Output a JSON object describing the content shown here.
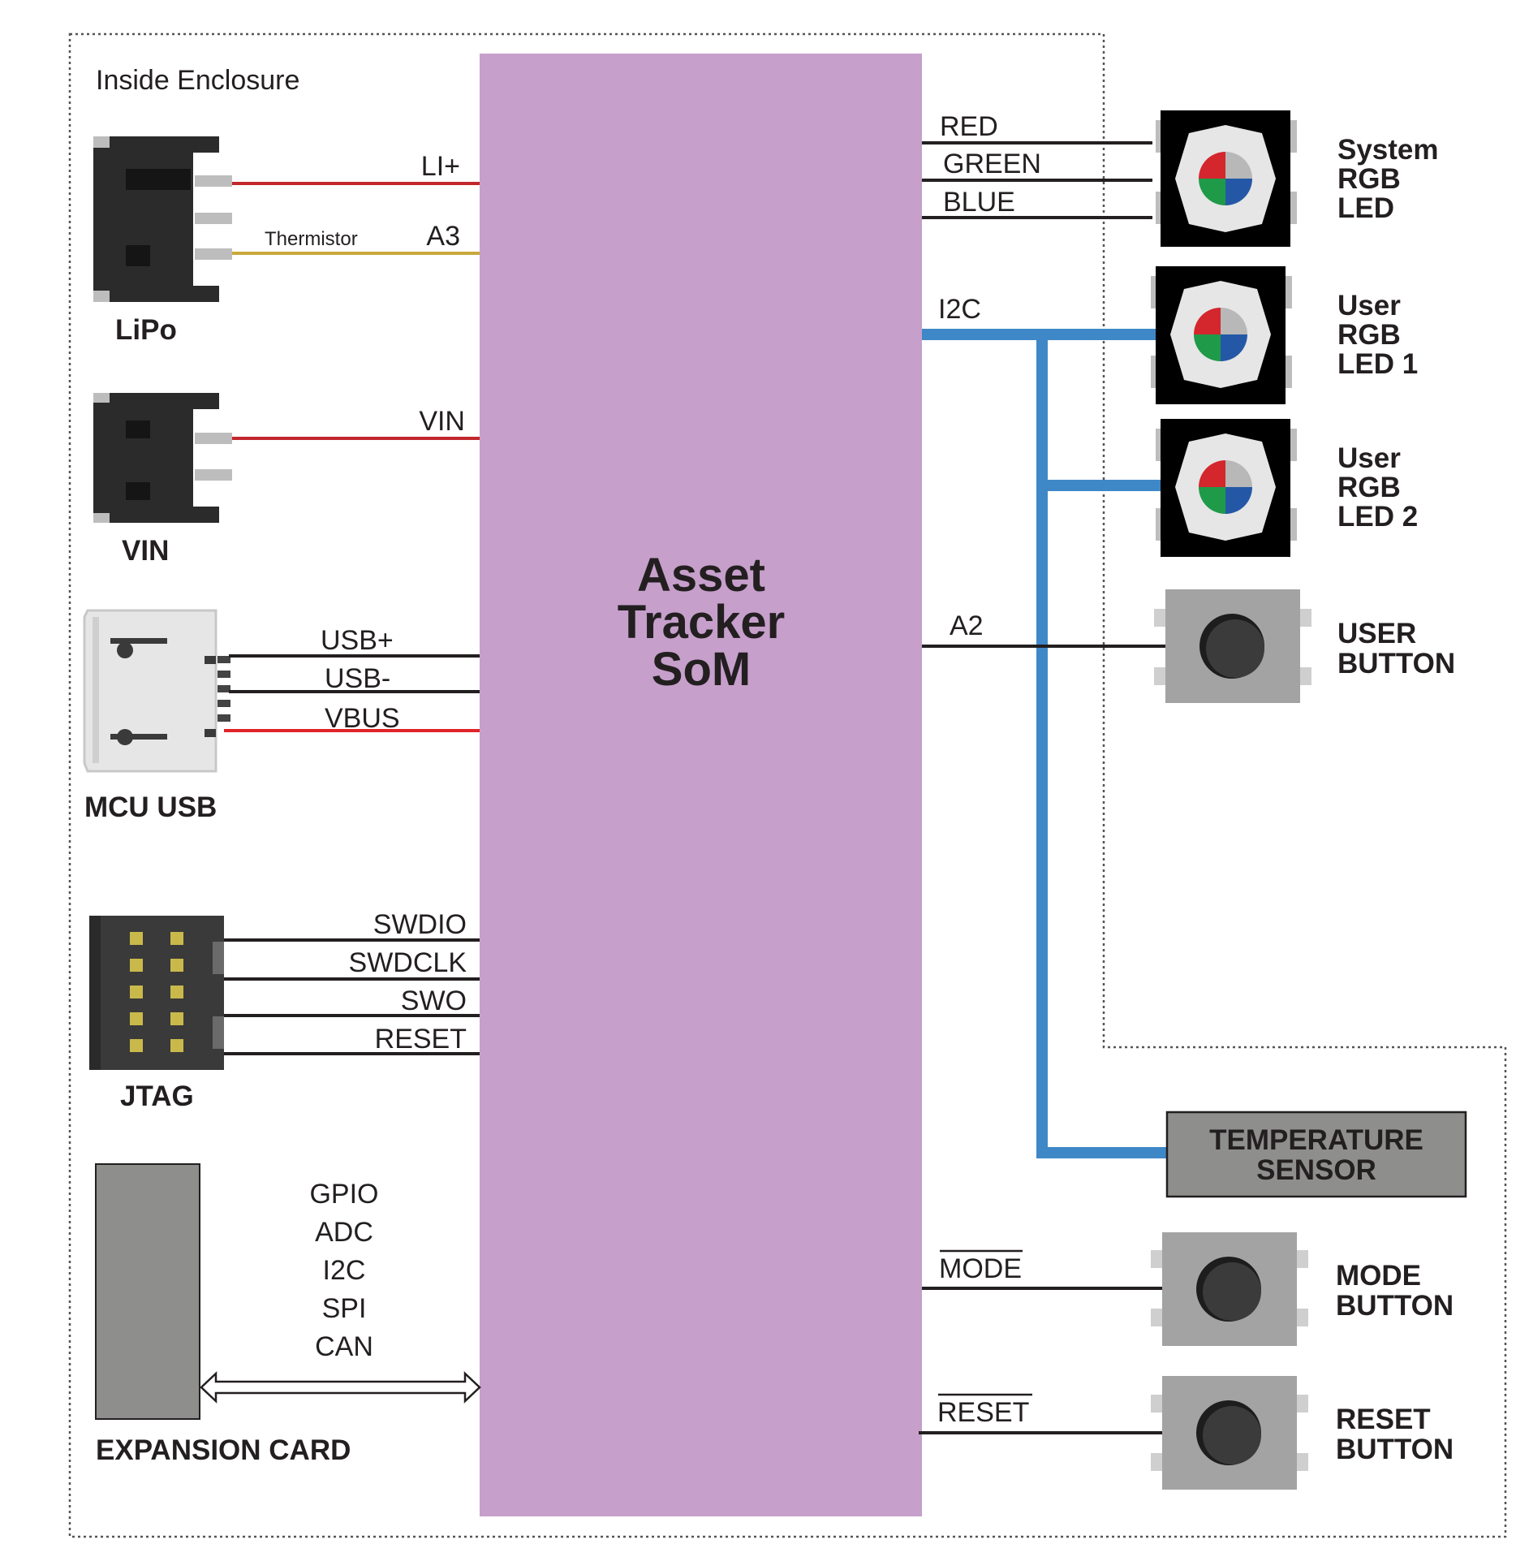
{
  "enclosure_label": "Inside Enclosure",
  "som": {
    "title_lines": [
      "Asset",
      "Tracker",
      "SoM"
    ]
  },
  "colors": {
    "som_fill": "#c69fcb",
    "power_wire": "#c1272d",
    "thermistor_wire": "#c9a93a",
    "vbus_wire": "#e0242a",
    "signal_wire": "#231f20",
    "i2c_bus": "#3f88c7",
    "module_gray": "#8e8e8d",
    "button_gray": "#a3a3a3",
    "led_red": "#d4262d",
    "led_green": "#1f9a49",
    "led_blue": "#2458a6",
    "led_gray": "#b8b8b8"
  },
  "left": {
    "lipo": {
      "label": "LiPo",
      "signals": [
        "LI+",
        "A3"
      ],
      "thermistor_label": "Thermistor"
    },
    "vin": {
      "label": "VIN",
      "signals": [
        "VIN"
      ]
    },
    "usb": {
      "label": "MCU USB",
      "signals": [
        "USB+",
        "USB-",
        "VBUS"
      ]
    },
    "jtag": {
      "label": "JTAG",
      "signals": [
        "SWDIO",
        "SWDCLK",
        "SWO",
        "RESET"
      ]
    },
    "expansion": {
      "label": "EXPANSION CARD",
      "signals": [
        "GPIO",
        "ADC",
        "I2C",
        "SPI",
        "CAN"
      ]
    }
  },
  "right": {
    "system_led": {
      "label_lines": [
        "System",
        "RGB",
        "LED"
      ],
      "signals": [
        "RED",
        "GREEN",
        "BLUE"
      ]
    },
    "i2c_label": "I2C",
    "user_led_1": {
      "label_lines": [
        "User",
        "RGB",
        "LED 1"
      ]
    },
    "user_led_2": {
      "label_lines": [
        "User",
        "RGB",
        "LED 2"
      ]
    },
    "user_button": {
      "label_lines": [
        "USER",
        "BUTTON"
      ],
      "signal": "A2"
    },
    "temp_sensor": {
      "label_lines": [
        "TEMPERATURE",
        "SENSOR"
      ]
    },
    "mode_button": {
      "label_lines": [
        "MODE",
        "BUTTON"
      ],
      "signal": "MODE"
    },
    "reset_button": {
      "label_lines": [
        "RESET",
        "BUTTON"
      ],
      "signal": "RESET"
    }
  }
}
